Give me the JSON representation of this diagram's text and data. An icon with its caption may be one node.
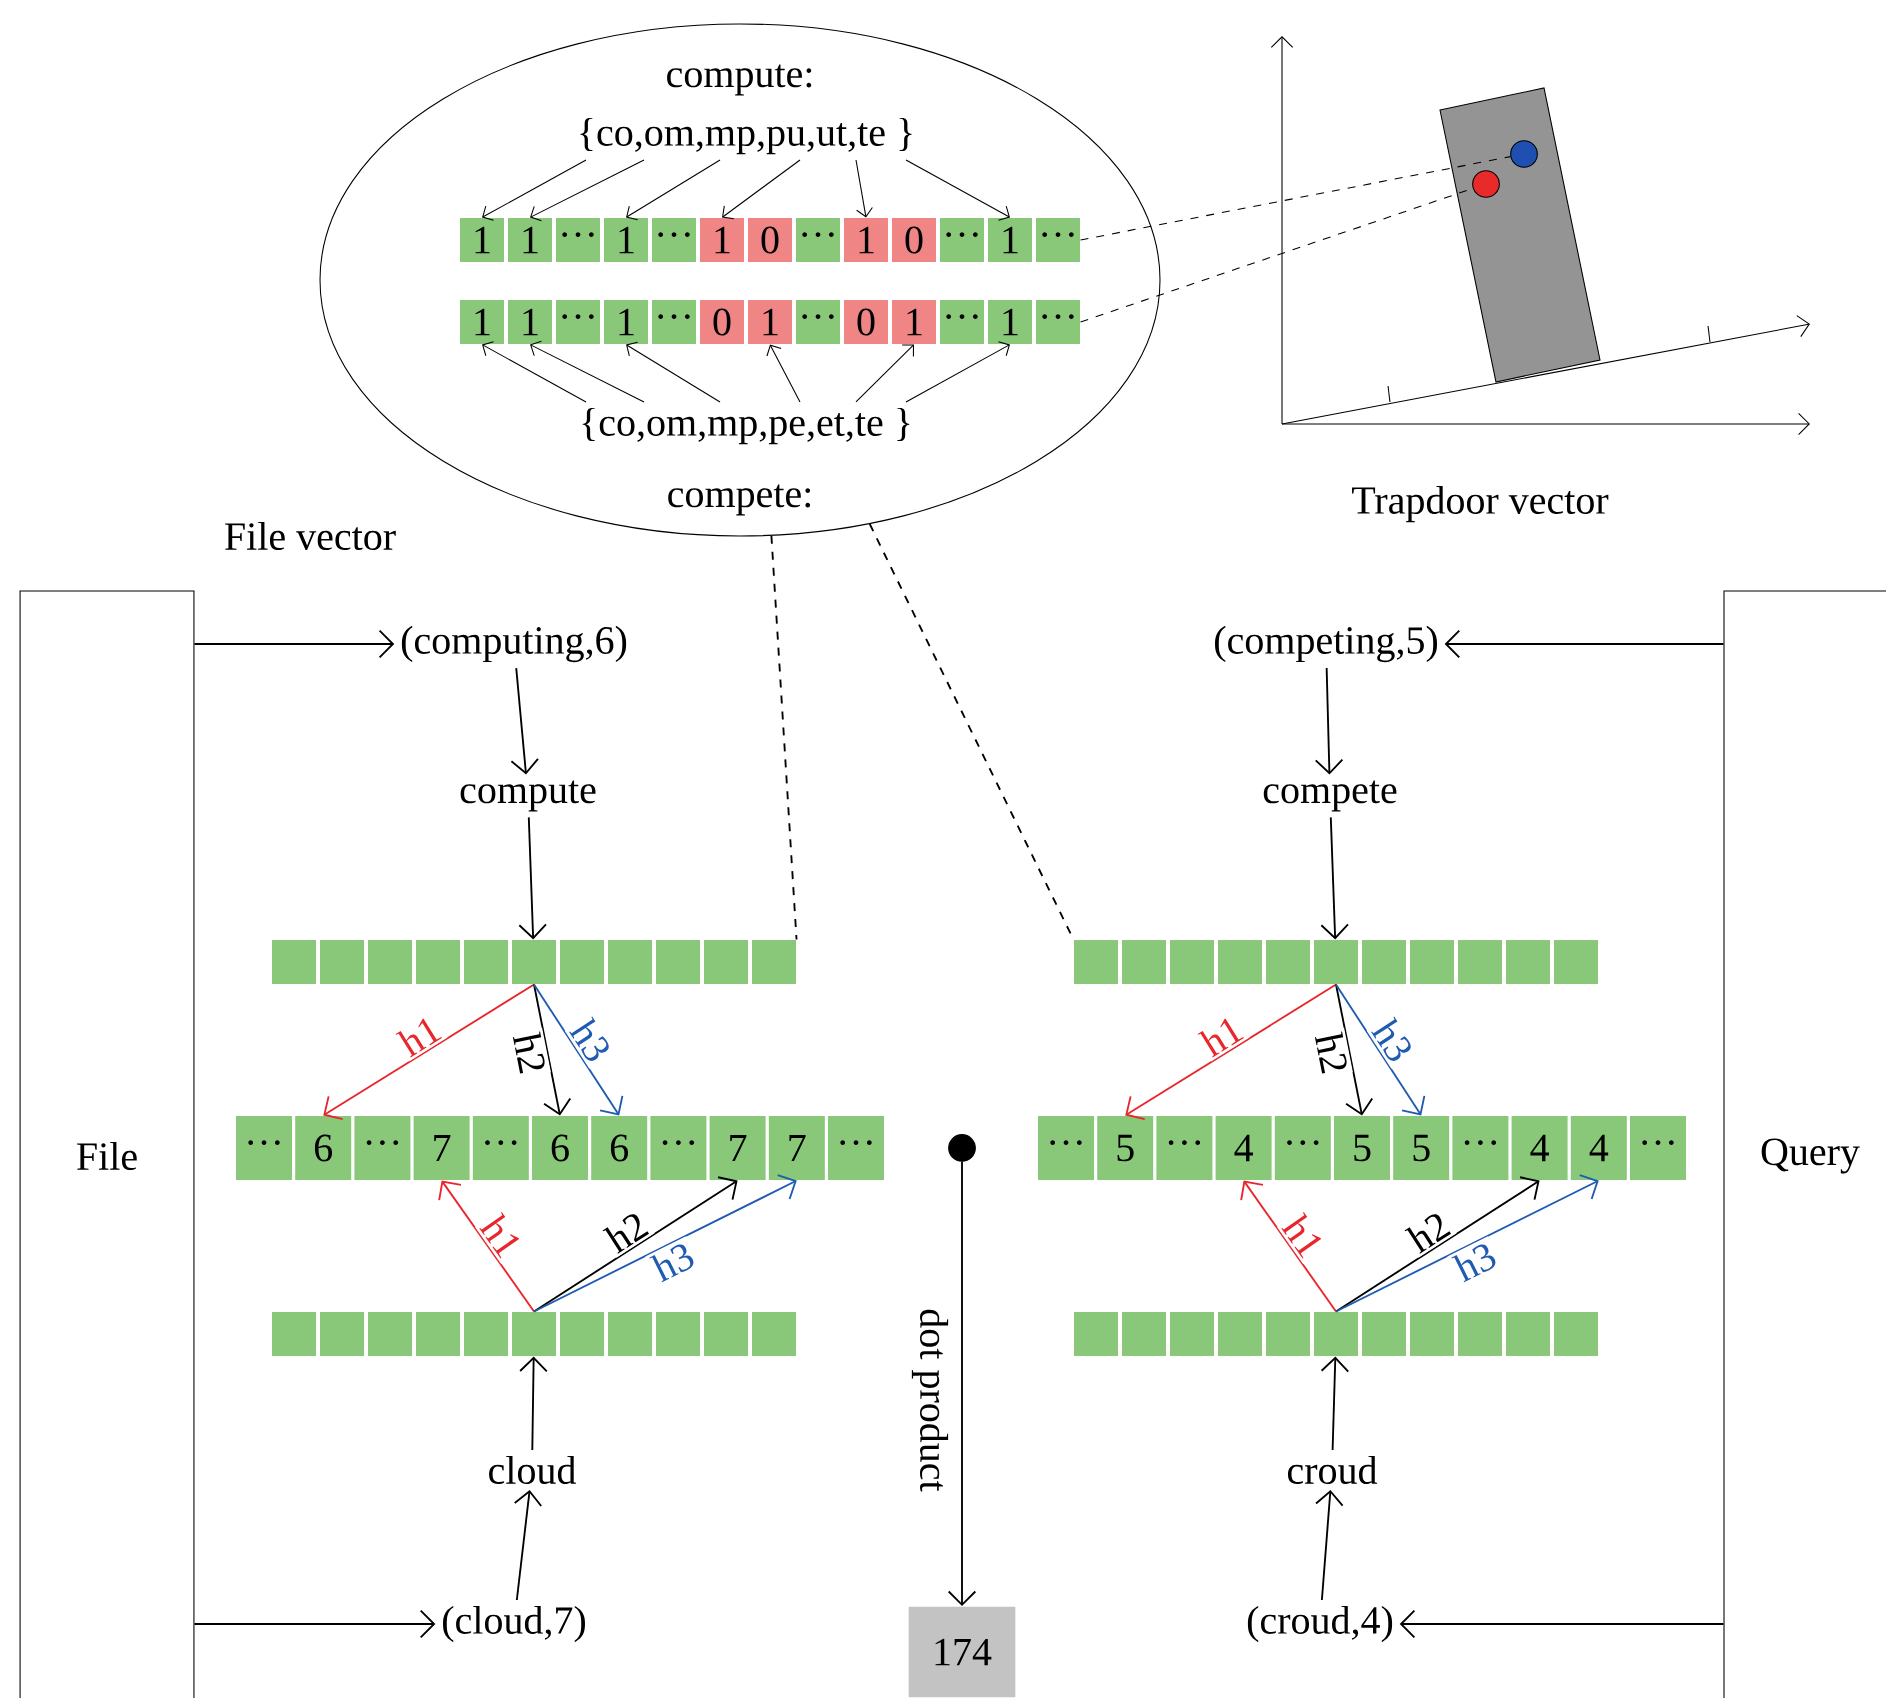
{
  "diagram": {
    "nodes": [
      {
        "text": [
          "compute:",
          "compete:"
        ]
      },
      {
        "text": [
          "{co,om,mp,pu,ut,te }"
        ],
        "in": 0
      },
      {
        "text": [
          "1"
        ],
        "in": 0
      },
      {
        "text": [
          "1"
        ],
        "in": 0
      },
      {
        "text": [
          "···"
        ],
        "in": 0
      },
      {
        "text": [
          "1"
        ],
        "in": 0
      },
      {
        "text": [
          "···"
        ],
        "in": 0
      },
      {
        "text": [
          "1"
        ],
        "in": 0
      },
      {
        "text": [
          "0"
        ],
        "in": 0
      },
      {
        "text": [
          "···"
        ],
        "in": 0
      },
      {
        "text": [
          "1"
        ],
        "in": 0
      },
      {
        "text": [
          "0"
        ],
        "in": 0
      },
      {
        "text": [
          "···"
        ],
        "in": 0
      },
      {
        "text": [
          "1"
        ],
        "in": 0
      },
      {
        "text": [
          "···"
        ],
        "in": 0
      },
      {
        "text": [
          "1"
        ],
        "in": 0
      },
      {
        "text": [
          "1"
        ],
        "in": 0
      },
      {
        "text": [
          "···"
        ],
        "in": 0
      },
      {
        "text": [
          "1"
        ],
        "in": 0
      },
      {
        "text": [
          "···"
        ],
        "in": 0
      },
      {
        "text": [
          "0"
        ],
        "in": 0
      },
      {
        "text": [
          "1"
        ],
        "in": 0
      },
      {
        "text": [
          "···"
        ],
        "in": 0
      },
      {
        "text": [
          "0"
        ],
        "in": 0
      },
      {
        "text": [
          "1"
        ],
        "in": 0
      },
      {
        "text": [
          "···"
        ],
        "in": 0
      },
      {
        "text": [
          "1"
        ],
        "in": 0
      },
      {
        "text": [
          "···"
        ],
        "in": 0
      },
      {
        "text": [
          "{co,om,mp,pe,et,te }"
        ],
        "in": 0
      },
      {
        "text": [],
        "shape": "picture",
        "beside": [
          "Trapdoor vector"
        ]
      },
      {
        "text": [],
        "shape": "circle",
        "in": 29
      },
      {
        "text": [],
        "shape": "circle",
        "in": 29
      },
      {
        "text": [
          "File"
        ]
      },
      {
        "text": [
          "(computing,6)"
        ]
      },
      {
        "text": [
          "compute"
        ]
      },
      {
        "text": [],
        "shape": "bar"
      },
      {
        "text": [
          "···"
        ]
      },
      {
        "text": [
          "6"
        ]
      },
      {
        "text": [
          "···"
        ]
      },
      {
        "text": [
          "7"
        ]
      },
      {
        "text": [
          "···"
        ]
      },
      {
        "text": [
          "6"
        ]
      },
      {
        "text": [
          "6"
        ]
      },
      {
        "text": [
          "···"
        ]
      },
      {
        "text": [
          "7"
        ]
      },
      {
        "text": [
          "7"
        ]
      },
      {
        "text": [
          "···"
        ]
      },
      {
        "text": [],
        "shape": "bar"
      },
      {
        "text": [
          "cloud"
        ]
      },
      {
        "text": [
          "(cloud,7)"
        ]
      },
      {
        "text": [],
        "shape": "circle"
      },
      {
        "text": [
          "174"
        ]
      },
      {
        "text": [
          "Query"
        ]
      },
      {
        "text": [
          "(competing,5)"
        ]
      },
      {
        "text": [
          "compete"
        ]
      },
      {
        "text": [],
        "shape": "bar"
      },
      {
        "text": [
          "···"
        ]
      },
      {
        "text": [
          "5"
        ]
      },
      {
        "text": [
          "···"
        ]
      },
      {
        "text": [
          "4"
        ]
      },
      {
        "text": [
          "···"
        ]
      },
      {
        "text": [
          "5"
        ]
      },
      {
        "text": [
          "5"
        ]
      },
      {
        "text": [
          "···"
        ]
      },
      {
        "text": [
          "4"
        ]
      },
      {
        "text": [
          "4"
        ]
      },
      {
        "text": [
          "···"
        ]
      },
      {
        "text": [],
        "shape": "bar"
      },
      {
        "text": [
          "croud"
        ]
      },
      {
        "text": [
          "(croud,4)"
        ]
      }
    ],
    "edges": [
      {
        "from": 1,
        "to": 2,
        "arrow": "to"
      },
      {
        "from": 1,
        "to": 3,
        "arrow": "to"
      },
      {
        "from": 1,
        "to": 5,
        "arrow": "to"
      },
      {
        "from": 1,
        "to": 7,
        "arrow": "to"
      },
      {
        "from": 1,
        "to": 10,
        "arrow": "to"
      },
      {
        "from": 1,
        "to": 13,
        "arrow": "to"
      },
      {
        "from": 28,
        "to": 15,
        "arrow": "to"
      },
      {
        "from": 28,
        "to": 16,
        "arrow": "to"
      },
      {
        "from": 28,
        "to": 18,
        "arrow": "to"
      },
      {
        "from": 28,
        "to": 21,
        "arrow": "to"
      },
      {
        "from": 28,
        "to": 24,
        "arrow": "to"
      },
      {
        "from": 28,
        "to": 26,
        "arrow": "to"
      },
      {
        "from": 14,
        "to": 30,
        "arrow": "none",
        "style": "dashed"
      },
      {
        "from": 27,
        "to": 31,
        "arrow": "none",
        "style": "dashed"
      },
      {
        "from": 0,
        "to": 35,
        "arrow": "none",
        "style": "dashed"
      },
      {
        "from": 0,
        "to": 55,
        "arrow": "none",
        "style": "dashed"
      },
      {
        "from": 32,
        "to": 33,
        "arrow": "to"
      },
      {
        "from": 33,
        "to": 34,
        "arrow": "to"
      },
      {
        "from": 34,
        "to": 35,
        "arrow": "to"
      },
      {
        "from": 35,
        "to": 37,
        "arrow": "to",
        "label": "h1",
        "color": "#e8262b"
      },
      {
        "from": 35,
        "to": 41,
        "arrow": "to",
        "label": "h2"
      },
      {
        "from": 35,
        "to": 42,
        "arrow": "to",
        "label": "h3",
        "color": "#1f5bb0"
      },
      {
        "from": 47,
        "to": 39,
        "arrow": "to",
        "label": "h1",
        "color": "#e8262b"
      },
      {
        "from": 47,
        "to": 44,
        "arrow": "to",
        "label": "h2"
      },
      {
        "from": 47,
        "to": 45,
        "arrow": "to",
        "label": "h3",
        "color": "#1f5bb0"
      },
      {
        "from": 48,
        "to": 47,
        "arrow": "to"
      },
      {
        "from": 49,
        "to": 48,
        "arrow": "to"
      },
      {
        "from": 32,
        "to": 49,
        "arrow": "to"
      },
      {
        "from": 50,
        "to": 51,
        "arrow": "to",
        "label": "dot product"
      },
      {
        "from": 52,
        "to": 53,
        "arrow": "to"
      },
      {
        "from": 53,
        "to": 54,
        "arrow": "to"
      },
      {
        "from": 54,
        "to": 55,
        "arrow": "to"
      },
      {
        "from": 55,
        "to": 57,
        "arrow": "to",
        "label": "h1",
        "color": "#e8262b"
      },
      {
        "from": 55,
        "to": 61,
        "arrow": "to",
        "label": "h2"
      },
      {
        "from": 55,
        "to": 62,
        "arrow": "to",
        "label": "h3",
        "color": "#1f5bb0"
      },
      {
        "from": 67,
        "to": 59,
        "arrow": "to",
        "label": "h1",
        "color": "#e8262b"
      },
      {
        "from": 67,
        "to": 64,
        "arrow": "to",
        "label": "h2"
      },
      {
        "from": 67,
        "to": 65,
        "arrow": "to",
        "label": "h3",
        "color": "#1f5bb0"
      },
      {
        "from": 68,
        "to": 67,
        "arrow": "to"
      },
      {
        "from": 69,
        "to": 68,
        "arrow": "to"
      },
      {
        "from": 52,
        "to": 69,
        "arrow": "to"
      }
    ],
    "labels": [
      "File vector"
    ]
  }
}
